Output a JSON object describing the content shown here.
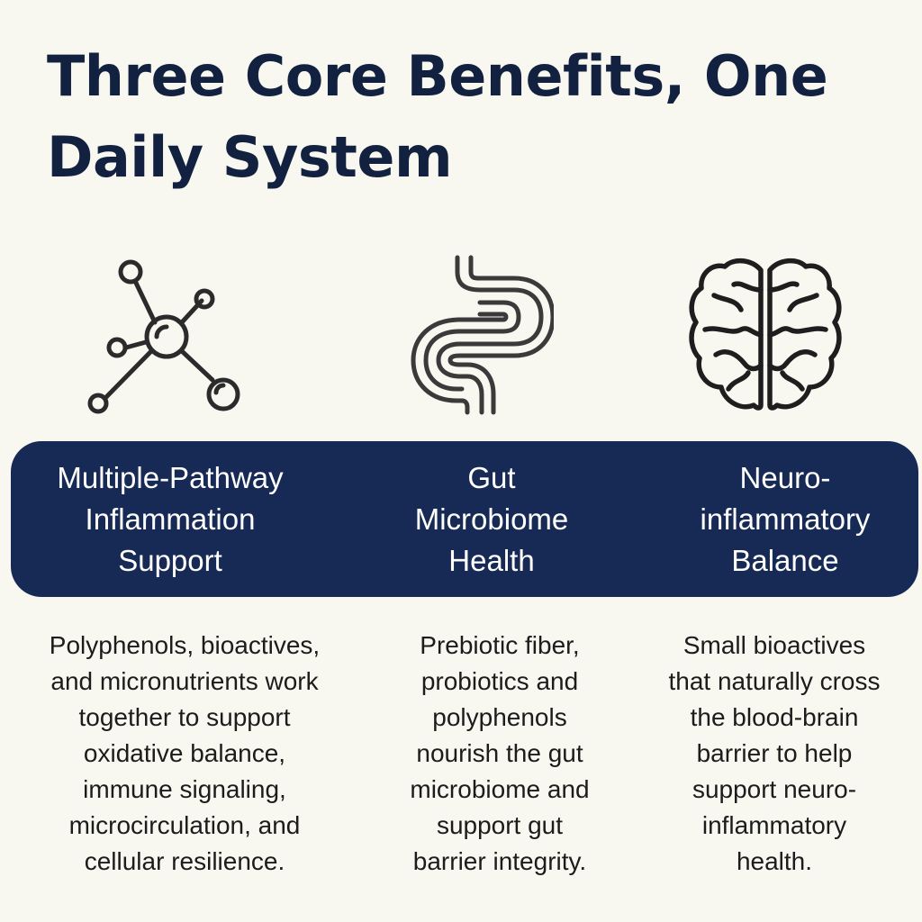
{
  "header": {
    "title": "Three Core Benefits, One Daily System"
  },
  "benefits": [
    {
      "icon": "molecule-network-icon",
      "label": "Multiple-Pathway\nInflammation\nSupport",
      "description": "Polyphenols, bioactives,\nand micronutrients work\ntogether to support\noxidative balance,\nimmune signaling,\nmicrocirculation, and\ncellular resilience."
    },
    {
      "icon": "intestine-icon",
      "label": "Gut\nMicrobiome\nHealth",
      "description": "Prebiotic fiber,\nprobiotics and\npolyphenols\nnourish the gut\nmicrobiome and\nsupport gut\nbarrier integrity."
    },
    {
      "icon": "brain-icon",
      "label": "Neuro-\ninflammatory\nBalance",
      "description": "Small bioactives\nthat naturally cross\nthe blood-brain\nbarrier to help\nsupport neuro-\ninflammatory\nhealth."
    }
  ],
  "colors": {
    "background": "#f8f8f1",
    "title": "#12213f",
    "band": "#172a55",
    "band_text": "#ffffff",
    "icon_stroke": "#2b2b2b",
    "body_text": "#1c1c1c"
  }
}
